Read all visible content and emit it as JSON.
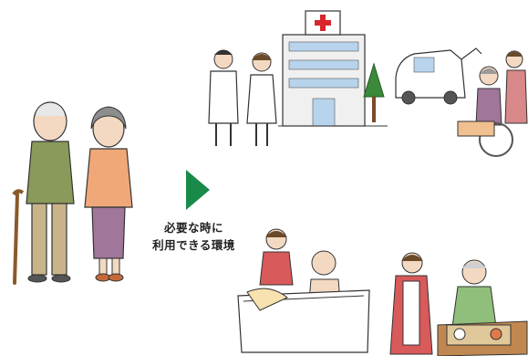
{
  "caption": {
    "line1": "必要な時に",
    "line2": "利用できる環境"
  },
  "colors": {
    "arrow": "#1a8a4a",
    "cross": "#d8262c",
    "outline": "#333333"
  },
  "scenes": [
    "elderly-couple",
    "hospital-with-doctor-and-nurse",
    "welfare-van-with-wheelchair",
    "bathing-assistance",
    "meal-assistance"
  ]
}
